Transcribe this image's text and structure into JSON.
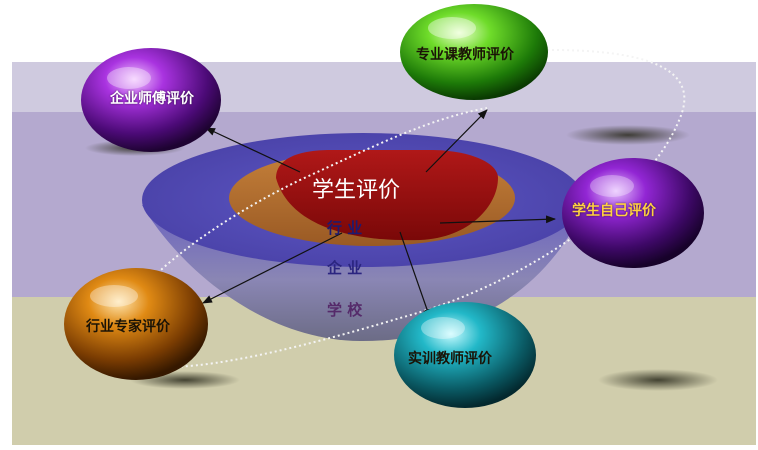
{
  "diagram": {
    "center_title": "学生评价",
    "layers": [
      {
        "text": "行    业",
        "color": "#1d1a70"
      },
      {
        "text": "企    业",
        "color": "#2b2580"
      },
      {
        "text": "学    校",
        "color": "#552a6a"
      }
    ],
    "spheres": [
      {
        "id": "mentor",
        "label": "企业师傅评价",
        "color": "#8c22c8"
      },
      {
        "id": "teacher",
        "label": "专业课教师评价",
        "color": "#58c81e"
      },
      {
        "id": "self",
        "label": "学生自己评价",
        "color": "#7e1ab8"
      },
      {
        "id": "expert",
        "label": "行业专家评价",
        "color": "#c8780e"
      },
      {
        "id": "trainer",
        "label": "实训教师评价",
        "color": "#1aa6b6"
      }
    ]
  }
}
